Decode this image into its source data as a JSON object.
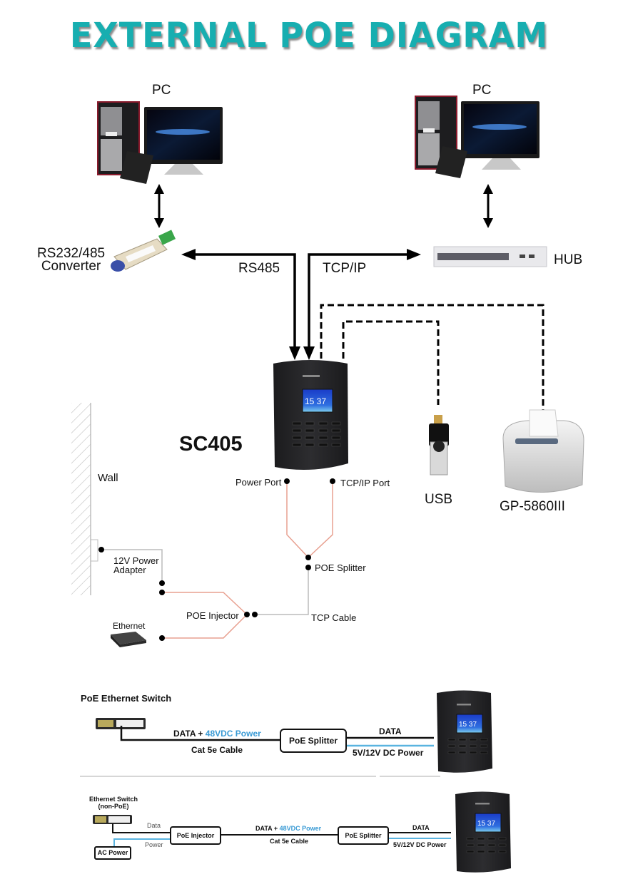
{
  "title": "EXTERNAL POE DIAGRAM",
  "top_diagram": {
    "pc_left_label": "PC",
    "pc_right_label": "PC",
    "converter_label_line1": "RS232/485",
    "converter_label_line2": "Converter",
    "hub_label": "HUB",
    "rs485_label": "RS485",
    "tcpip_label": "TCP/IP",
    "device_name": "SC405",
    "device_screen_time": "15 37",
    "usb_label": "USB",
    "printer_label": "GP-5860III",
    "wall_label": "Wall",
    "power_port_label": "Power Port",
    "tcpip_port_label": "TCP/IP Port",
    "poe_splitter_label": "POE Splitter",
    "power_adapter_line1": "12V Power",
    "power_adapter_line2": "Adapter",
    "poe_injector_label": "POE Injector",
    "tcp_cable_label": "TCP Cable",
    "ethernet_label": "Ethernet"
  },
  "diagram_a": {
    "switch_label": "PoE Ethernet Switch",
    "cable_top_prefix": "DATA + ",
    "cable_top_power": "48VDC Power",
    "cable_bottom": "Cat 5e Cable",
    "splitter_label": "PoE Splitter",
    "out_data_label": "DATA",
    "out_power_label": "5V/12V DC Power",
    "device_screen_time": "15 37"
  },
  "diagram_b": {
    "switch_label_line1": "Ethernet Switch",
    "switch_label_line2": "(non-PoE)",
    "data_label": "Data",
    "power_label": "Power",
    "ac_power_label": "AC Power",
    "injector_label": "PoE Injector",
    "cable_top_prefix": "DATA + ",
    "cable_top_power": "48VDC Power",
    "cable_bottom": "Cat 5e Cable",
    "splitter_label": "PoE Splitter",
    "out_data_label": "DATA",
    "out_power_label": "5V/12V DC Power",
    "device_screen_time": "15 37"
  },
  "colors": {
    "title_teal": "#17aeb0",
    "power_blue": "#3a9bd5",
    "wire_salmon": "#e8a090",
    "wire_gray": "#bbbbbb"
  }
}
